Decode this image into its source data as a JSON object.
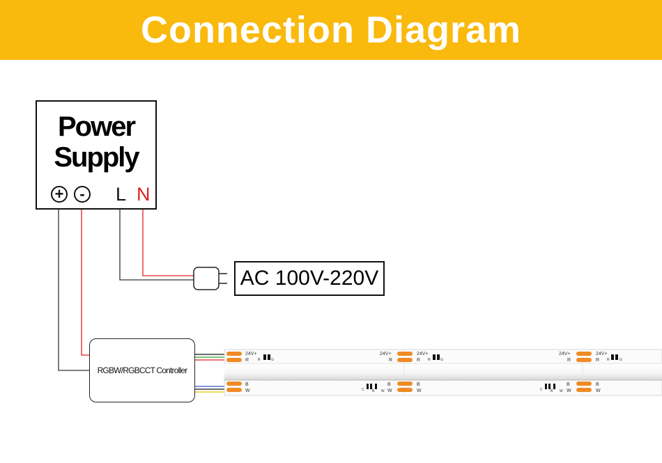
{
  "header": {
    "title": "Connection Diagram",
    "background": "#f9b90d"
  },
  "power_supply": {
    "title_line1": "Power",
    "title_line2": "Supply",
    "terminal_positive": "+",
    "terminal_negative": "-",
    "terminal_live": "L",
    "terminal_neutral": "N"
  },
  "ac_input": {
    "label": "AC 100V-220V"
  },
  "controller": {
    "label": "RGBW/RGBCCT Controller"
  },
  "led_strip": {
    "pad_color": "#f08a24",
    "upper_labels": [
      "24V+",
      "R"
    ],
    "lower_labels": [
      "B",
      "W"
    ],
    "upper_chip_labels": [
      "R",
      "G"
    ],
    "lower_chip_labels": [
      "C",
      "B",
      "W"
    ]
  },
  "colors": {
    "live_wire": "#333333",
    "neutral_wire": "#e02020",
    "positive_wire": "#333333",
    "negative_wire": "#e02020",
    "strip_wires": [
      "#111111",
      "#2a9d2a",
      "#e02020",
      "#3050d0",
      "#e0c000"
    ]
  }
}
